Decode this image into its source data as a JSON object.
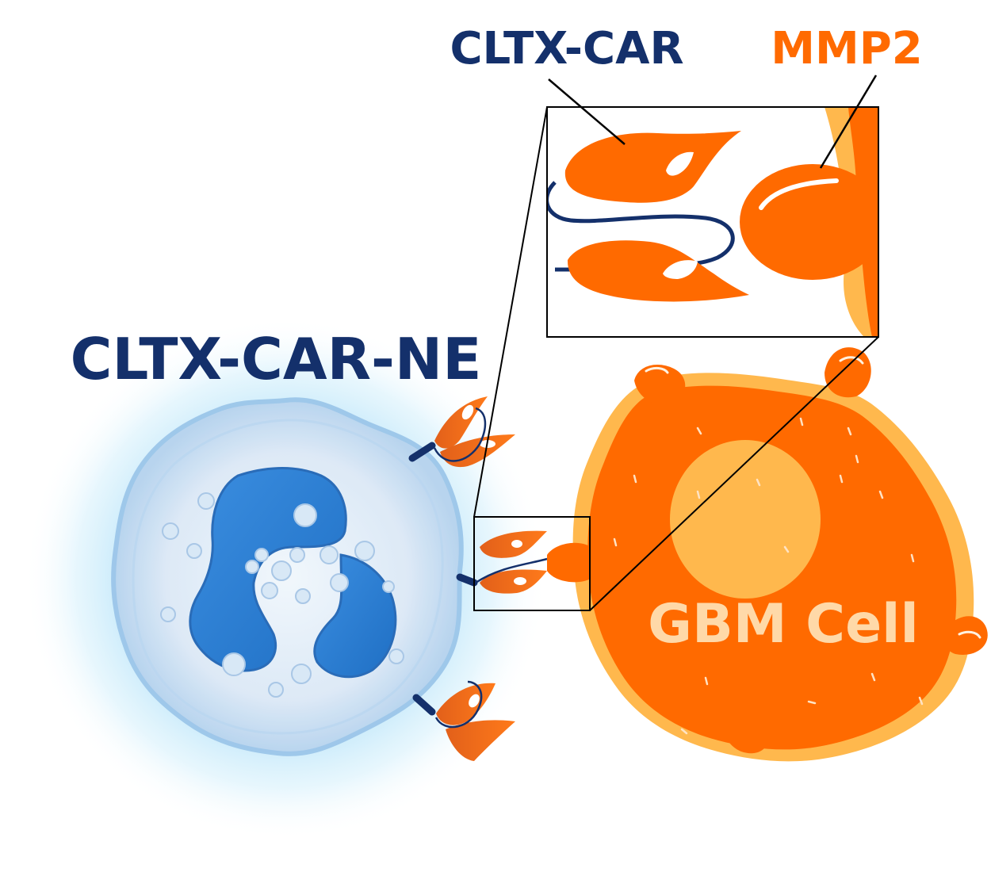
{
  "labels": {
    "neutrophil": "CLTX-CAR-NE",
    "car": "CLTX-CAR",
    "mmp2": "MMP2",
    "tumor": "GBM Cell"
  },
  "colors": {
    "navy": "#14306b",
    "orange": "#ff6a00",
    "light_orange": "#ffb84d",
    "pale_orange": "#ffd9a8",
    "cell_blue": "#4a90d9",
    "glow_blue": "#8fd3f4"
  },
  "icons": [
    "neutrophil-cell",
    "gbm-tumor-cell",
    "car-receptor",
    "mmp2-protein",
    "zoom-inset"
  ]
}
